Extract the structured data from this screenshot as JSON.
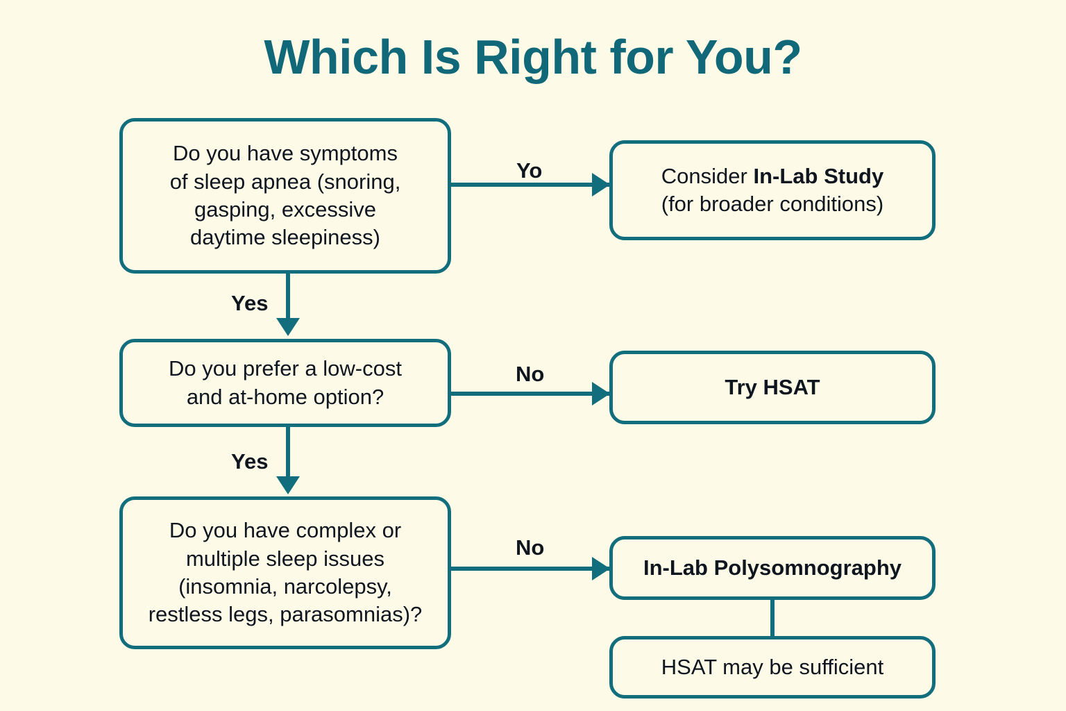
{
  "page": {
    "title": "Which Is Right for You?",
    "background_color": "#fdfbe7",
    "accent_color": "#126e7c",
    "text_color": "#10161f"
  },
  "flow": {
    "nodes": {
      "q1": {
        "lines": [
          "Do you have symptoms",
          "of sleep apnea (snoring,",
          "gasping, excessive",
          "daytime sleepiness)"
        ]
      },
      "r1": {
        "line1_prefix": "Consider ",
        "line1_strong": "In-Lab Study",
        "line2": "(for broader conditions)"
      },
      "q2": {
        "lines": [
          "Do you prefer a low-cost",
          "and at-home option?"
        ]
      },
      "r2": {
        "label": "Try HSAT"
      },
      "q3": {
        "lines": [
          "Do you have complex or",
          "multiple sleep issues",
          "(insomnia, narcolepsy,",
          "restless legs, parasomnias)?"
        ]
      },
      "r3": {
        "label": "In-Lab Polysomnography"
      },
      "r4": {
        "label": "HSAT may be sufficient"
      }
    },
    "edges": {
      "q1_to_r1": "Yo",
      "q1_to_q2": "Yes",
      "q2_to_r2": "No",
      "q2_to_q3": "Yes",
      "q3_to_r3": "No"
    }
  }
}
